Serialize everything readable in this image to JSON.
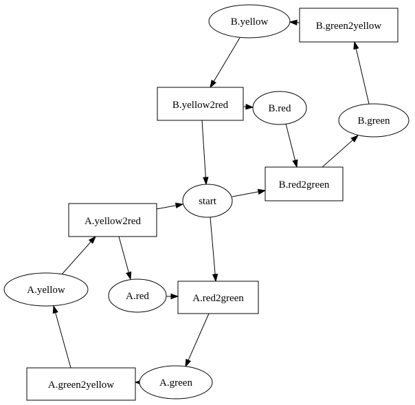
{
  "diagram": {
    "nodes": {
      "b_yellow": "B.yellow",
      "b_green2yellow": "B.green2yellow",
      "b_yellow2red": "B.yellow2red",
      "b_red": "B.red",
      "b_green": "B.green",
      "b_red2green": "B.red2green",
      "start": "start",
      "a_yellow2red": "A.yellow2red",
      "a_yellow": "A.yellow",
      "a_red": "A.red",
      "a_red2green": "A.red2green",
      "a_green2yellow": "A.green2yellow",
      "a_green": "A.green"
    },
    "edges": [
      [
        "start",
        "b_red2green"
      ],
      [
        "b_red2green",
        "b_green"
      ],
      [
        "b_green",
        "b_green2yellow"
      ],
      [
        "b_green2yellow",
        "b_yellow"
      ],
      [
        "b_yellow",
        "b_yellow2red"
      ],
      [
        "b_yellow2red",
        "b_red"
      ],
      [
        "b_red",
        "b_red2green"
      ],
      [
        "b_yellow2red",
        "start"
      ],
      [
        "start",
        "a_red2green"
      ],
      [
        "a_red2green",
        "a_green"
      ],
      [
        "a_green",
        "a_green2yellow"
      ],
      [
        "a_green2yellow",
        "a_yellow"
      ],
      [
        "a_yellow",
        "a_yellow2red"
      ],
      [
        "a_yellow2red",
        "a_red"
      ],
      [
        "a_red",
        "a_red2green"
      ],
      [
        "a_yellow2red",
        "start"
      ]
    ]
  }
}
